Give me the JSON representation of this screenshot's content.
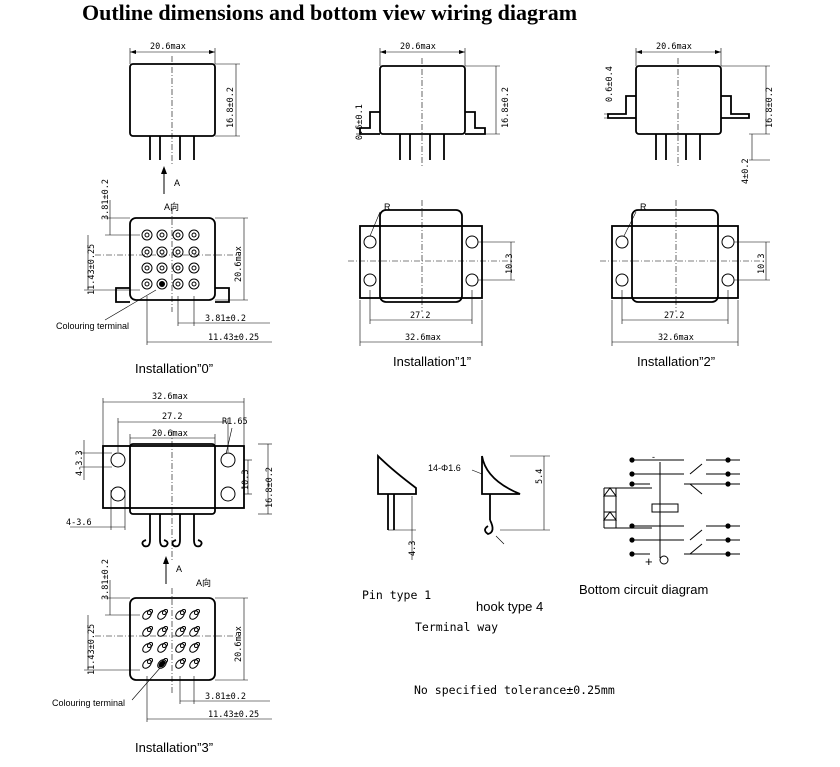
{
  "title": "Outline dimensions and bottom view wiring diagram",
  "dims": {
    "w206max": "20.6max",
    "w326max": "32.6max",
    "w272": "27.2",
    "h168": "16.8±0.2",
    "t06_01": "0.6±0.1",
    "t06_04": "0.6±0.4",
    "p4_02": "4±0.2",
    "p381": "3.81±0.2",
    "p1143": "11.43±0.25",
    "h206max": "20.6max",
    "s103": "10.3",
    "r": "R",
    "r165": "R1.65",
    "h433": "4-3.3",
    "h436": "4-3.6",
    "hook16": "14-Φ1.6",
    "h54": "5.4",
    "h43": "4.3"
  },
  "labels": {
    "arrow_a": "A",
    "view_a": "A向",
    "colouring": "Colouring terminal",
    "inst0": "Installation”0”",
    "inst1": "Installation”1”",
    "inst2": "Installation”2”",
    "inst3": "Installation”3”",
    "pin1": "Pin type 1",
    "hook4": "hook type  4",
    "terminal_way": "Terminal way",
    "bottom_circuit": "Bottom circuit diagram",
    "tolerance": "No specified tolerance±0.25mm"
  }
}
